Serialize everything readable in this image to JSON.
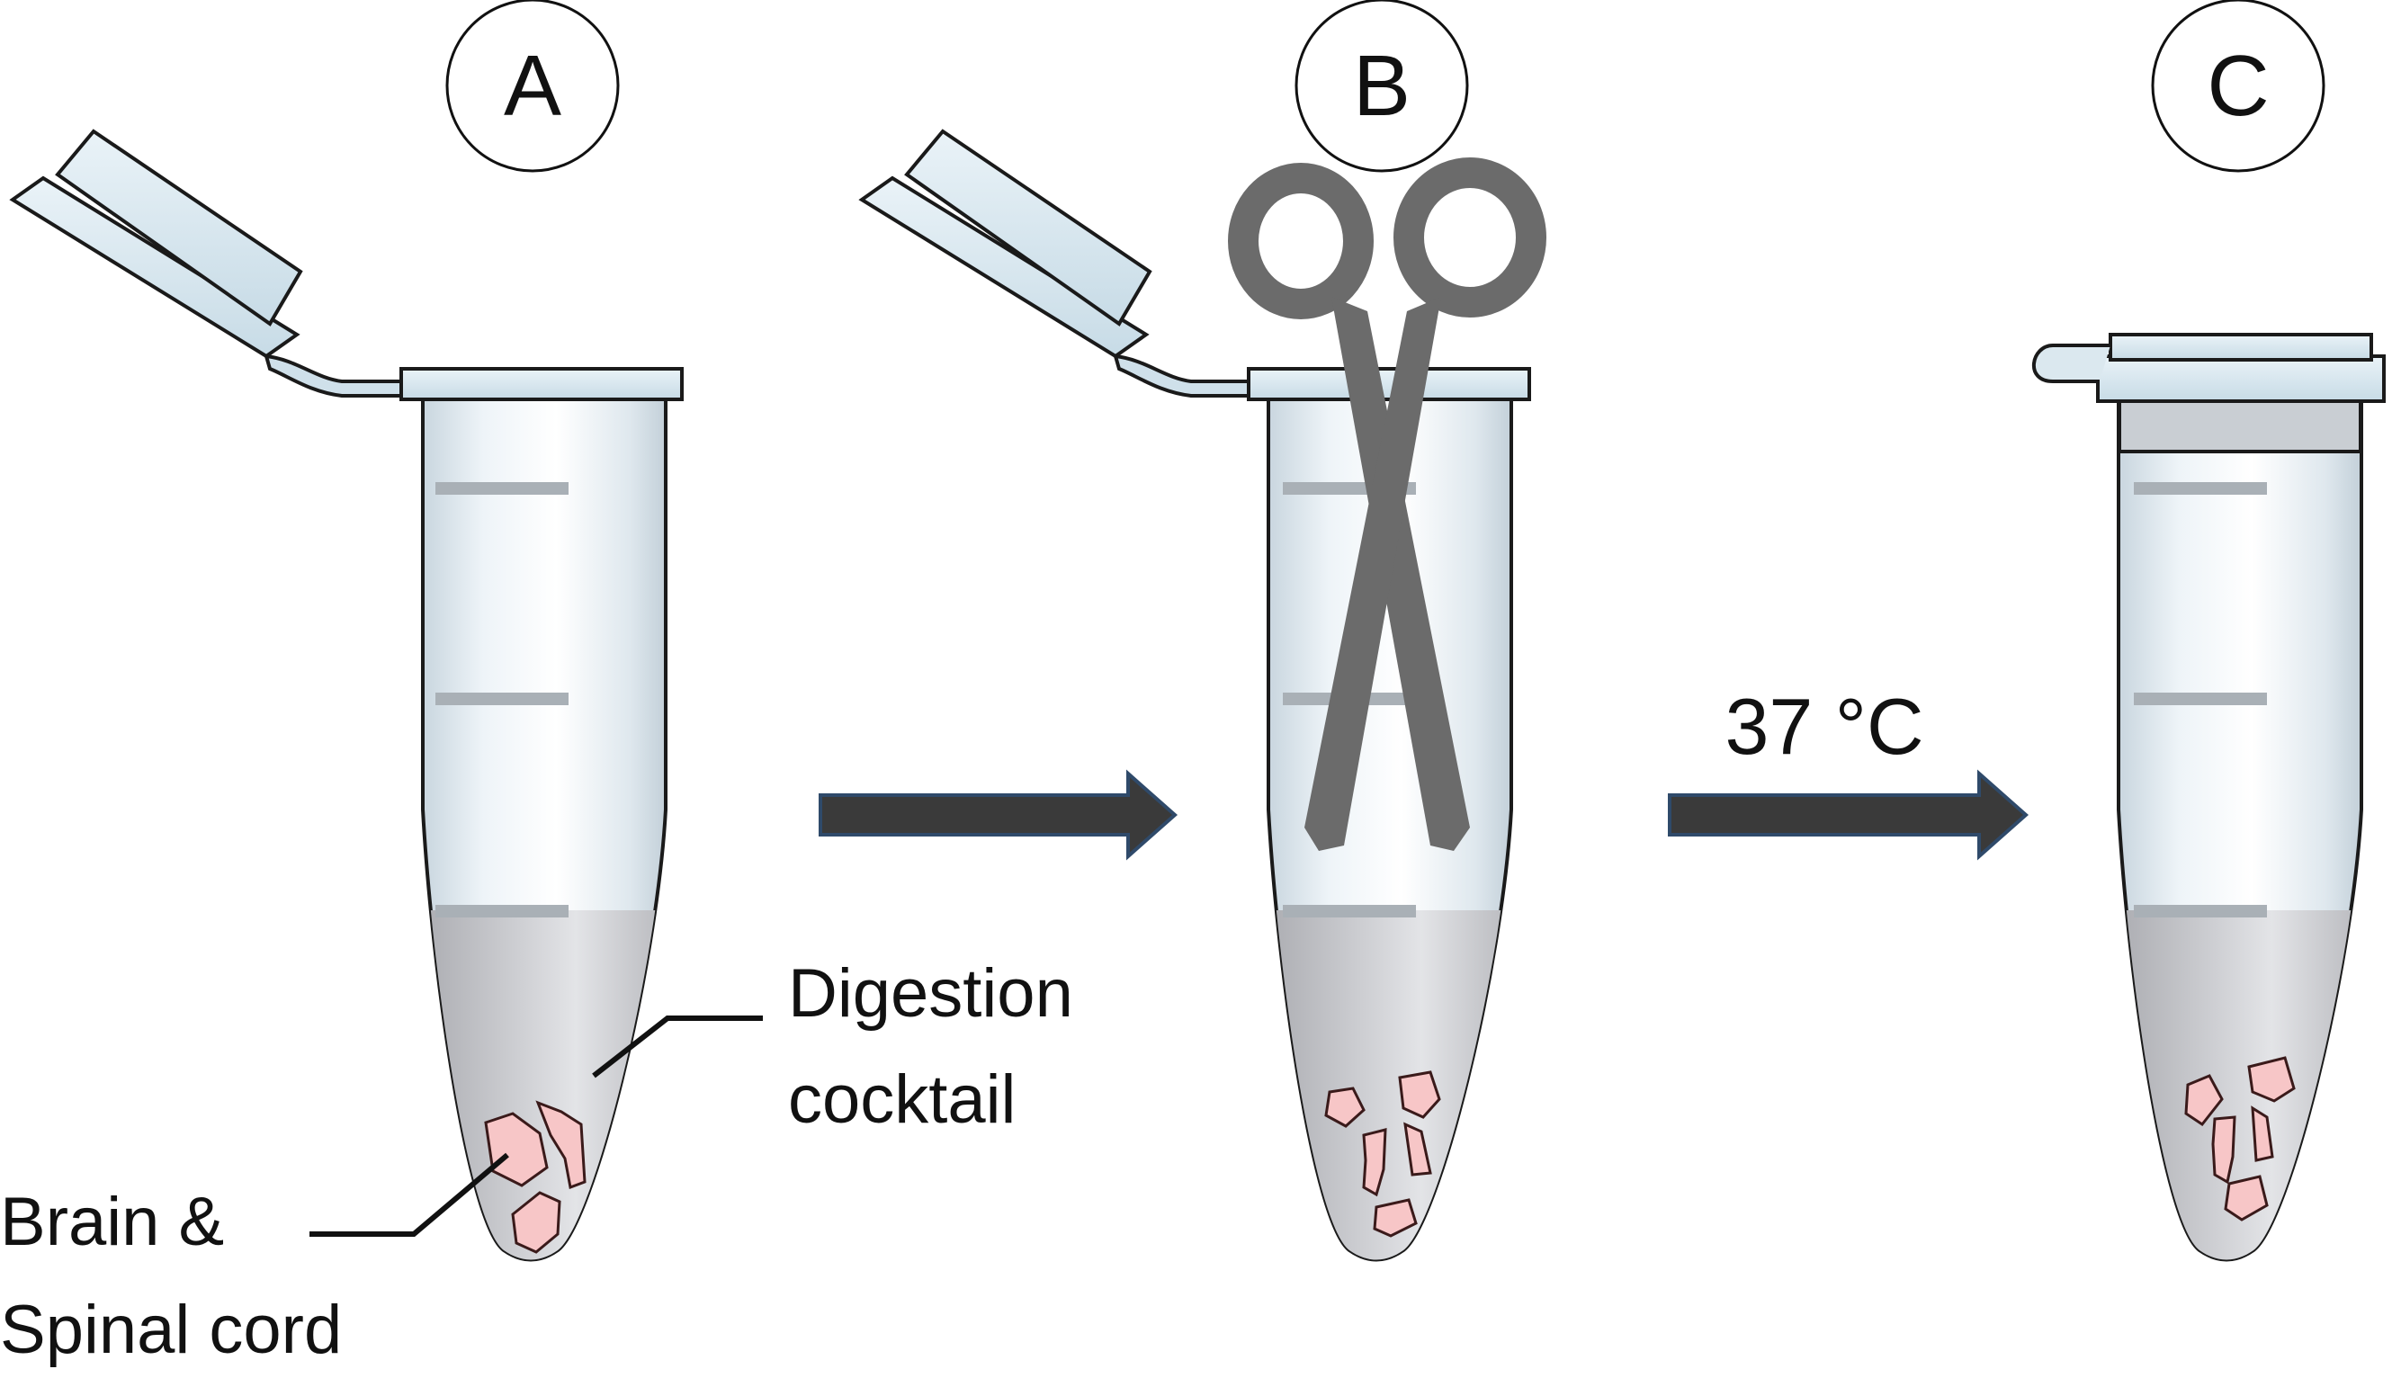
{
  "panels": [
    {
      "id": "A",
      "label": "A"
    },
    {
      "id": "B",
      "label": "B"
    },
    {
      "id": "C",
      "label": "C"
    }
  ],
  "annotations": {
    "digestion_line1": "Digestion",
    "digestion_line2": "cocktail",
    "tissue_line1": "Brain &",
    "tissue_line2": "Spinal cord",
    "incubation_temp": "37 °C"
  },
  "colors": {
    "tube_body": "#e6eef4",
    "tube_edge": "#1a1a1a",
    "cap": "#d7e7ef",
    "liquid": "#c8c9cd",
    "tissue": "#f7c6c7",
    "scissors": "#6b6b6b",
    "arrow": "#3a3a3a",
    "arrow_edge": "#2f4a6a"
  }
}
